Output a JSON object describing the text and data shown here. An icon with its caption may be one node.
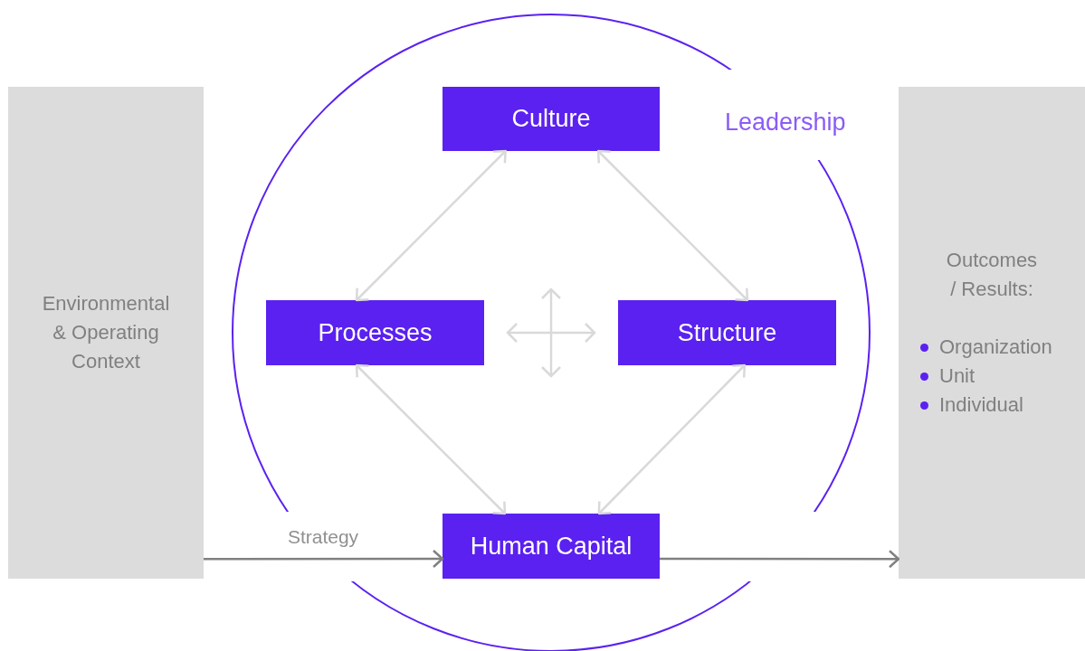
{
  "diagram": {
    "nodes": [
      {
        "text": [
          "Environmental & Operating Context"
        ]
      },
      {
        "text": [
          "Leadership"
        ]
      },
      {
        "text": [
          "Culture"
        ],
        "in": 1
      },
      {
        "text": [
          "Processes"
        ],
        "in": 1
      },
      {
        "text": [
          "Structure"
        ],
        "in": 1
      },
      {
        "text": [
          "Human Capital"
        ],
        "in": 1
      },
      {
        "text": [
          "Outcomes / Results:",
          "Organization",
          "Unit",
          "Individual"
        ]
      }
    ],
    "edges": [
      {
        "from": 2,
        "to": 3,
        "arrow": "both"
      },
      {
        "from": 2,
        "to": 4,
        "arrow": "both"
      },
      {
        "from": 3,
        "to": 5,
        "arrow": "both"
      },
      {
        "from": 4,
        "to": 5,
        "arrow": "both"
      },
      {
        "from": 0,
        "to": 5,
        "arrow": "to",
        "label": "Strategy",
        "color": "#808080"
      },
      {
        "from": 5,
        "to": 6,
        "arrow": "to",
        "color": "#808080"
      }
    ]
  }
}
